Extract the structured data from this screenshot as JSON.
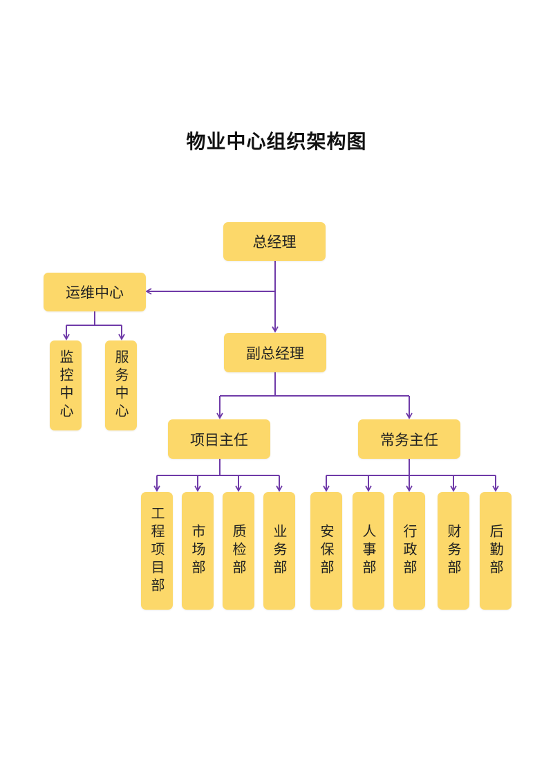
{
  "title": "物业中心组织架构图",
  "colors": {
    "box": "#fcd86a",
    "connector": "#6f3aa8"
  },
  "nodes": {
    "gm": "总经理",
    "ops_center": "运维中心",
    "monitor_center": "监控中心",
    "service_center": "服务中心",
    "deputy_gm": "副总经理",
    "project_director": "项目主任",
    "routine_director": "常务主任",
    "engineering": "工程项目部",
    "market": "市场部",
    "quality": "质检部",
    "business": "业务部",
    "security": "安保部",
    "hr": "人事部",
    "admin": "行政部",
    "finance": "财务部",
    "logistics": "后勤部"
  }
}
